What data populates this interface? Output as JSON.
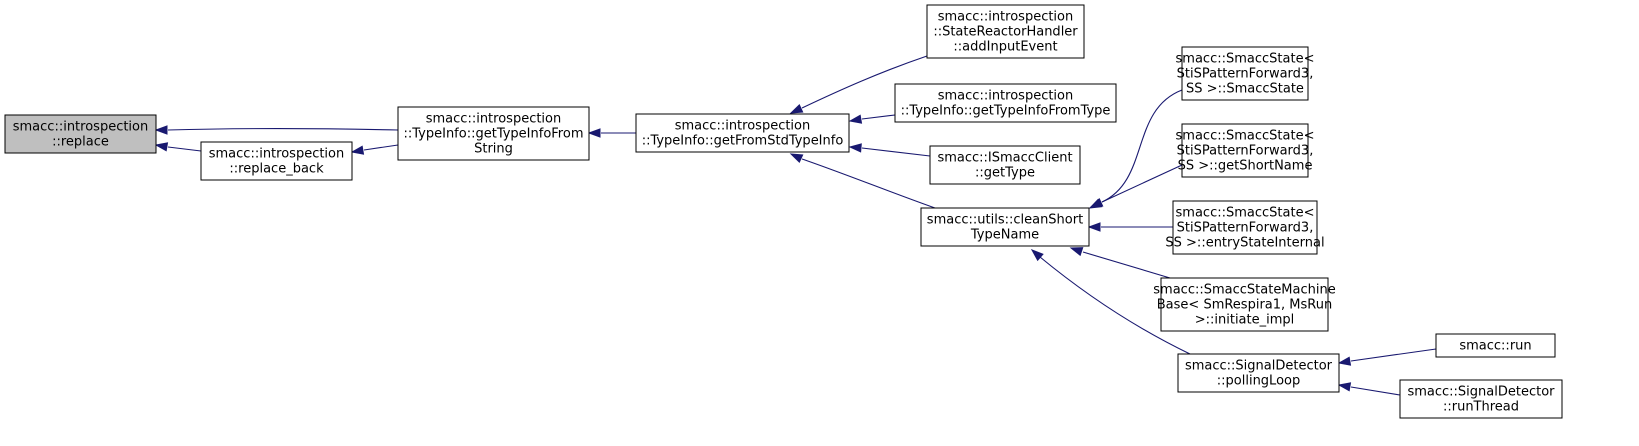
{
  "colors": {
    "node_fill": "#ffffff",
    "root_fill": "#bfbfbf",
    "border": "#000000",
    "edge": "#191970"
  },
  "nodes": [
    {
      "id": "replace",
      "lines": [
        "smacc::introspection",
        "::replace"
      ],
      "root": true
    },
    {
      "id": "replace_back",
      "lines": [
        "smacc::introspection",
        "::replace_back"
      ]
    },
    {
      "id": "getTypeInfoFromString",
      "lines": [
        "smacc::introspection",
        "::TypeInfo::getTypeInfoFrom",
        "String"
      ]
    },
    {
      "id": "getFromStdTypeInfo",
      "lines": [
        "smacc::introspection",
        "::TypeInfo::getFromStdTypeInfo"
      ]
    },
    {
      "id": "addInputEvent",
      "lines": [
        "smacc::introspection",
        "::StateReactorHandler",
        "::addInputEvent"
      ]
    },
    {
      "id": "getTypeInfoFromType",
      "lines": [
        "smacc::introspection",
        "::TypeInfo::getTypeInfoFromType"
      ]
    },
    {
      "id": "getType",
      "lines": [
        "smacc::ISmaccClient",
        "::getType"
      ]
    },
    {
      "id": "cleanShortTypeName",
      "lines": [
        "smacc::utils::cleanShort",
        "TypeName"
      ]
    },
    {
      "id": "SmaccState",
      "lines": [
        "smacc::SmaccState<",
        "StiSPatternForward3,",
        "SS >::SmaccState"
      ]
    },
    {
      "id": "getShortName",
      "lines": [
        "smacc::SmaccState<",
        "StiSPatternForward3,",
        "SS >::getShortName"
      ]
    },
    {
      "id": "entryStateInternal",
      "lines": [
        "smacc::SmaccState<",
        "StiSPatternForward3,",
        "SS >::entryStateInternal"
      ]
    },
    {
      "id": "initiate_impl",
      "lines": [
        "smacc::SmaccStateMachine",
        "Base< SmRespira1, MsRun",
        " >::initiate_impl"
      ]
    },
    {
      "id": "pollingLoop",
      "lines": [
        "smacc::SignalDetector",
        "::pollingLoop"
      ]
    },
    {
      "id": "run",
      "lines": [
        "smacc::run"
      ]
    },
    {
      "id": "runThread",
      "lines": [
        "smacc::SignalDetector",
        "::runThread"
      ]
    }
  ],
  "edges": [
    {
      "from": "getTypeInfoFromString",
      "to": "replace"
    },
    {
      "from": "replace_back",
      "to": "replace"
    },
    {
      "from": "getTypeInfoFromString",
      "to": "replace_back"
    },
    {
      "from": "getFromStdTypeInfo",
      "to": "getTypeInfoFromString"
    },
    {
      "from": "addInputEvent",
      "to": "getFromStdTypeInfo"
    },
    {
      "from": "getTypeInfoFromType",
      "to": "getFromStdTypeInfo"
    },
    {
      "from": "getType",
      "to": "getFromStdTypeInfo"
    },
    {
      "from": "cleanShortTypeName",
      "to": "getFromStdTypeInfo"
    },
    {
      "from": "SmaccState",
      "to": "cleanShortTypeName"
    },
    {
      "from": "getShortName",
      "to": "cleanShortTypeName"
    },
    {
      "from": "entryStateInternal",
      "to": "cleanShortTypeName"
    },
    {
      "from": "initiate_impl",
      "to": "cleanShortTypeName"
    },
    {
      "from": "pollingLoop",
      "to": "cleanShortTypeName"
    },
    {
      "from": "run",
      "to": "pollingLoop"
    },
    {
      "from": "runThread",
      "to": "pollingLoop"
    }
  ]
}
